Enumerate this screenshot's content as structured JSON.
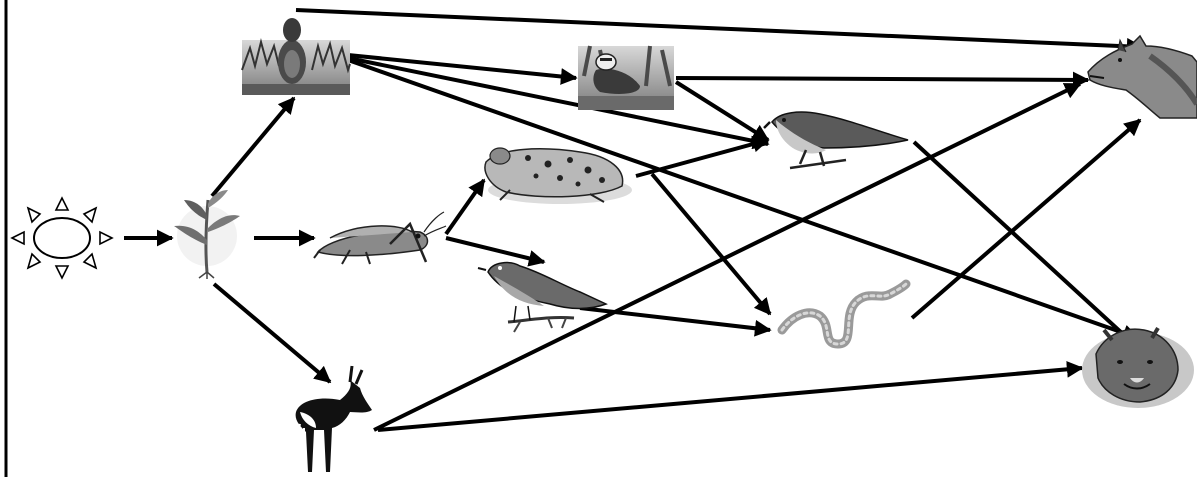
{
  "food_web": {
    "organisms": [
      {
        "id": "sun",
        "icon": "sun-icon"
      },
      {
        "id": "plant",
        "icon": "plant-icon"
      },
      {
        "id": "prairie-dog",
        "icon": "prairie-dog-icon"
      },
      {
        "id": "grasshopper",
        "icon": "grasshopper-icon"
      },
      {
        "id": "pronghorn",
        "icon": "pronghorn-icon"
      },
      {
        "id": "ferret",
        "icon": "ferret-icon"
      },
      {
        "id": "frog",
        "icon": "frog-icon"
      },
      {
        "id": "robin",
        "icon": "robin-icon"
      },
      {
        "id": "hawk",
        "icon": "hawk-icon"
      },
      {
        "id": "snake",
        "icon": "snake-icon"
      },
      {
        "id": "wolf",
        "icon": "wolf-icon"
      },
      {
        "id": "cougar",
        "icon": "cougar-icon"
      }
    ],
    "links": [
      {
        "from": "sun",
        "to": "plant"
      },
      {
        "from": "plant",
        "to": "prairie-dog"
      },
      {
        "from": "plant",
        "to": "grasshopper"
      },
      {
        "from": "plant",
        "to": "pronghorn"
      },
      {
        "from": "prairie-dog",
        "to": "wolf"
      },
      {
        "from": "prairie-dog",
        "to": "ferret"
      },
      {
        "from": "prairie-dog",
        "to": "hawk"
      },
      {
        "from": "prairie-dog",
        "to": "cougar"
      },
      {
        "from": "ferret",
        "to": "wolf"
      },
      {
        "from": "ferret",
        "to": "hawk"
      },
      {
        "from": "grasshopper",
        "to": "frog"
      },
      {
        "from": "grasshopper",
        "to": "robin"
      },
      {
        "from": "frog",
        "to": "hawk"
      },
      {
        "from": "frog",
        "to": "snake"
      },
      {
        "from": "robin",
        "to": "snake"
      },
      {
        "from": "hawk",
        "to": "cougar"
      },
      {
        "from": "snake",
        "to": "wolf"
      },
      {
        "from": "pronghorn",
        "to": "wolf"
      },
      {
        "from": "pronghorn",
        "to": "cougar"
      }
    ],
    "colors": {
      "arrow": "#000000",
      "icon_fill": "#9a9a9a",
      "icon_dark": "#3a3a3a",
      "background": "#ffffff"
    }
  }
}
